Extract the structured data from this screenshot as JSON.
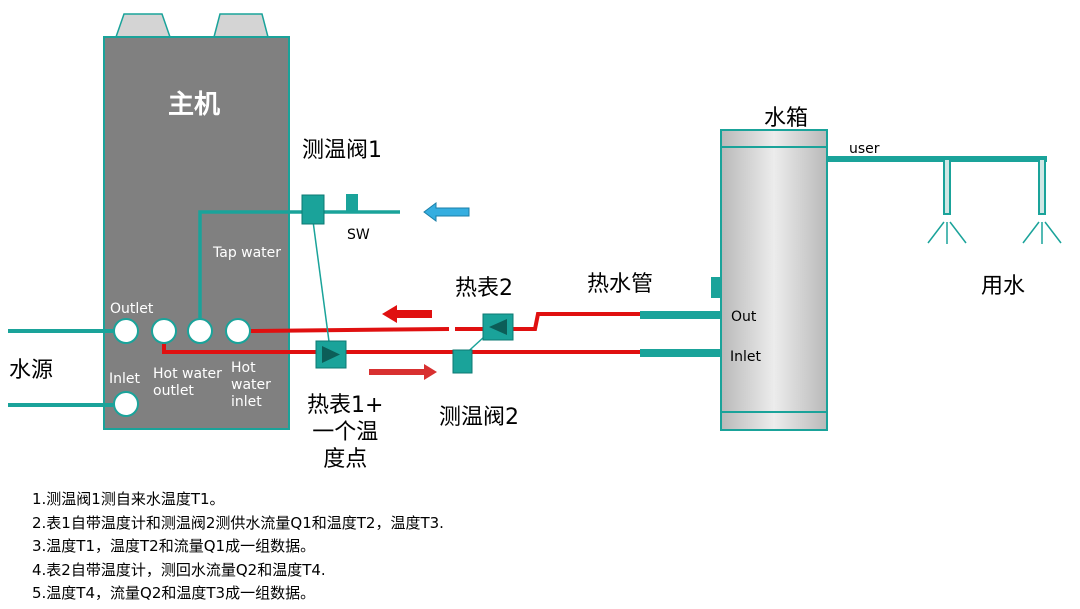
{
  "labels": {
    "host": "主机",
    "valve1": "测温阀1",
    "sw": "SW",
    "tap_water": "Tap water",
    "outlet": "Outlet",
    "inlet": "Inlet",
    "hot_water_outlet": [
      "Hot water",
      "outlet"
    ],
    "hot_water_inlet": [
      "Hot",
      "water",
      "inlet"
    ],
    "water_source": "水源",
    "meter2": "热表2",
    "hot_pipe": "热水管",
    "tank": "水箱",
    "user": "user",
    "out": "Out",
    "tank_inlet": "Inlet",
    "use_water": "用水",
    "meter1": [
      "热表1+",
      "一个温",
      "度点"
    ],
    "valve2": "测温阀2"
  },
  "notes": [
    "1.测温阀1测自来水温度T1。",
    "2.表1自带温度计和测温阀2测供水流量Q1和温度T2，温度T3.",
    "3.温度T1，温度T2和流量Q1成一组数据。",
    "4.表2自带温度计，测回水流量Q2和温度T4.",
    "5.温度T4，流量Q2和温度T3成一组数据。"
  ],
  "colors": {
    "host_box": "#808080",
    "teal": "#1aa39a",
    "red": "#e01010",
    "blue_arrow": "#35aee0",
    "tank": "#cfcfcf"
  }
}
